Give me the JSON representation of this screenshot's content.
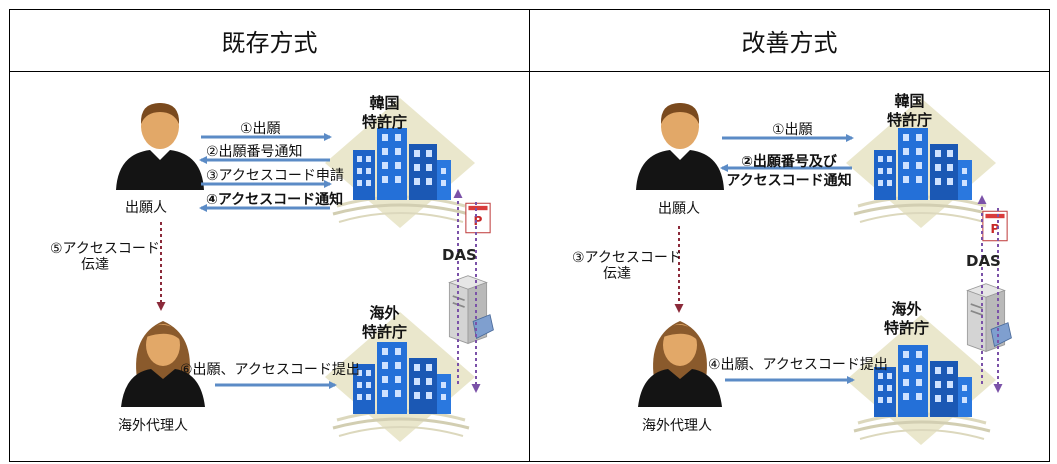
{
  "headers": {
    "left": "既存方式",
    "right": "改善方式"
  },
  "existing": {
    "applicant": "出願人",
    "agent": "海外代理人",
    "kipo_line1": "韓国",
    "kipo_line2": "特許庁",
    "foreign_line1": "海外",
    "foreign_line2": "特許庁",
    "das": "DAS",
    "step1": "①出願",
    "step2": "②出願番号通知",
    "step3": "③アクセスコード申請",
    "step4": "④アクセスコード通知",
    "step5_line1": "⑤アクセスコード",
    "step5_line2": "伝達",
    "step6": "⑥出願、アクセスコード提出"
  },
  "improved": {
    "applicant": "出願人",
    "agent": "海外代理人",
    "kipo_line1": "韓国",
    "kipo_line2": "特許庁",
    "foreign_line1": "海外",
    "foreign_line2": "特許庁",
    "das": "DAS",
    "step1": "①出願",
    "step2_line1": "②出願番号及び",
    "step2_line2": "アクセスコード通知",
    "step3_line1": "③アクセスコード",
    "step3_line2": "伝達",
    "step4": "④出願、アクセスコード提出"
  },
  "colors": {
    "arrow_blue": "#5b8bc6",
    "arrow_maroon": "#8b2a3a",
    "das_purple": "#7b52a8",
    "building_blue": "#1e63c7",
    "diamond": "#eae7cc"
  }
}
